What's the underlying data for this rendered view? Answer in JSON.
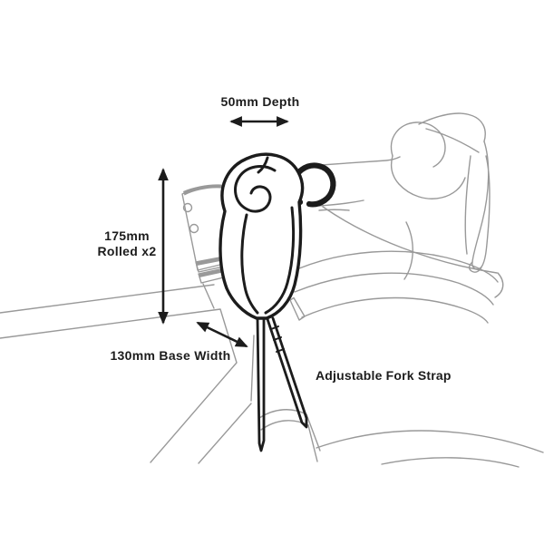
{
  "colors": {
    "ink": "#1c1c1c",
    "gray": "#999999",
    "bg": "#ffffff"
  },
  "diagram": {
    "subject": "handlebar-bag-dimension-diagram",
    "annotations": {
      "depth": {
        "label": "50mm Depth"
      },
      "rolled": {
        "line1": "175mm",
        "line2": "Rolled x2"
      },
      "base_width": {
        "label": "130mm Base Width"
      },
      "fork_strap": {
        "label": "Adjustable Fork Strap"
      }
    }
  }
}
